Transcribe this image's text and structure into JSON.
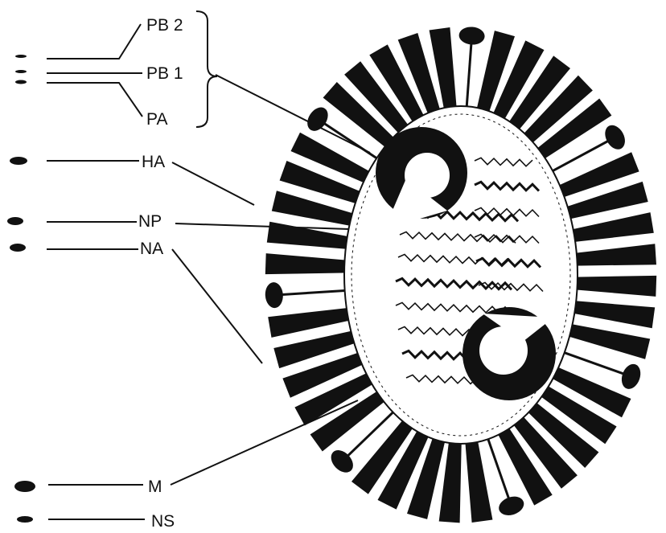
{
  "diagram": {
    "labels": {
      "pb2": "PB 2",
      "pb1": "PB 1",
      "pa": "PA",
      "ha": "HA",
      "np": "NP",
      "na": "NA",
      "m": "M",
      "ns": "NS"
    },
    "colors": {
      "ink": "#111111",
      "background": "#ffffff"
    }
  }
}
